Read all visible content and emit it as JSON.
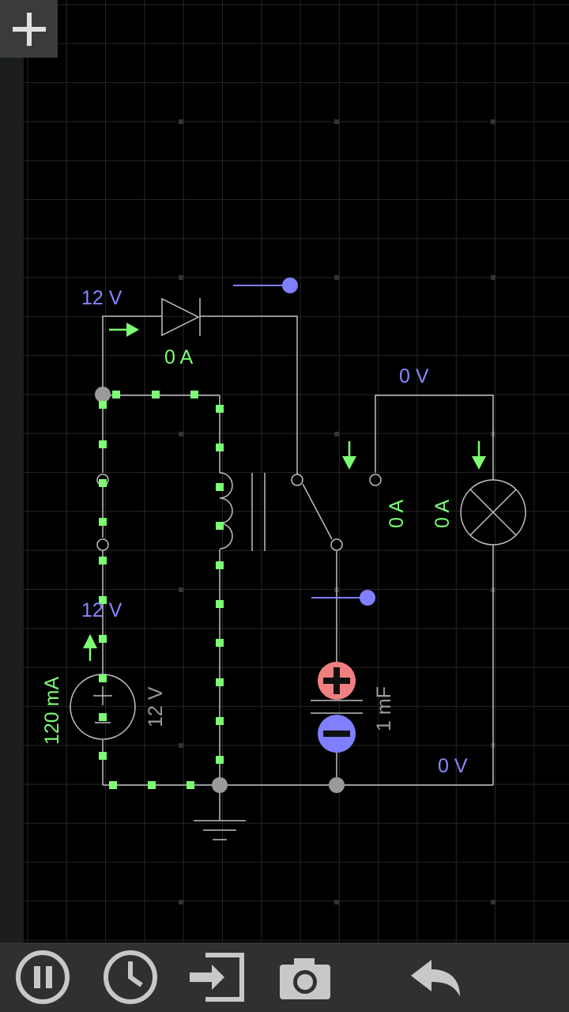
{
  "app": {
    "add_icon": "plus-icon"
  },
  "circuit": {
    "labels": {
      "top_left_voltage": "12 V",
      "diode_current": "0 A",
      "lamp_voltage": "0 V",
      "switch_current": "0 A",
      "lamp_current": "0 A",
      "source_voltage": "12 V",
      "source_current": "120 mA",
      "source_value": "12 V",
      "capacitor_value": "1 mF",
      "bottom_right_voltage": "0 V"
    },
    "colors": {
      "wire": "#bfbfbf",
      "current_dots": "#7cff73",
      "voltage_label": "#8a86ff",
      "current_label": "#7cff73",
      "capacitor_plus": "#f08080",
      "capacitor_minus": "#7f7fff",
      "probe": "#7f7fff",
      "grid": "#2a2a2a"
    }
  },
  "toolbar": {
    "buttons": [
      {
        "icon": "pause-icon"
      },
      {
        "icon": "clock-icon"
      },
      {
        "icon": "export-icon"
      },
      {
        "icon": "camera-icon"
      },
      {
        "icon": "undo-icon"
      }
    ]
  }
}
